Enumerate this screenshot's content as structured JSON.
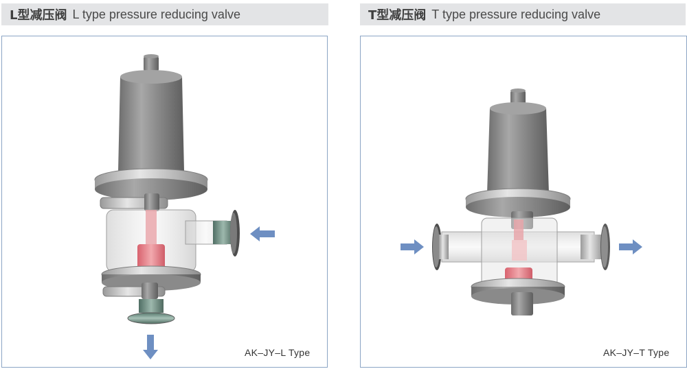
{
  "panels": [
    {
      "title_cn": "L型减压阀",
      "title_en": "L type pressure reducing valve",
      "caption": "AK–JY–L Type"
    },
    {
      "title_cn": "T型减压阀",
      "title_en": "T type pressure reducing valve",
      "caption": "AK–JY–T Type"
    }
  ],
  "colors": {
    "title_bg": "#e3e4e6",
    "frame_border": "#8aa4c4",
    "arrow": "#6e8fc2",
    "valve_metal": "#8c8c8c",
    "inner_red": "#e07f88"
  },
  "icons": [
    "flow-arrow-left",
    "flow-arrow-down",
    "flow-arrow-right"
  ]
}
